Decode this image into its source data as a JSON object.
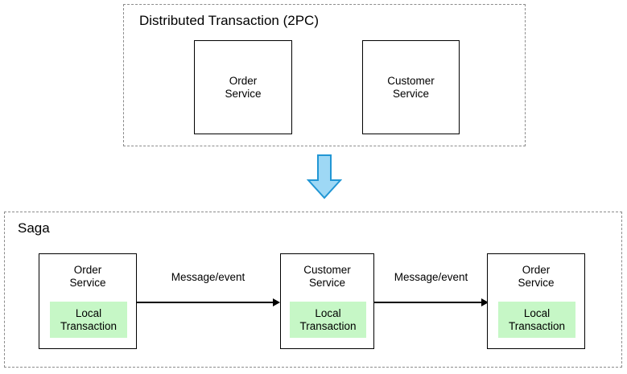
{
  "diagram": {
    "title_top": "Distributed Transaction (2PC)",
    "title_bottom": "Saga",
    "colors": {
      "local_transaction_fill": "#c6f7c6",
      "box_stroke": "#000000",
      "group_stroke": "#8c8c8c",
      "arrow_fill": "#9ed8f5",
      "arrow_stroke": "#2196d4",
      "background": "#ffffff"
    }
  },
  "two_pc": {
    "title": "Distributed Transaction (2PC)",
    "services": [
      {
        "name": "Order\nService"
      },
      {
        "name": "Customer\nService"
      }
    ]
  },
  "transition": {
    "icon": "down-arrow-icon"
  },
  "saga": {
    "title": "Saga",
    "services": [
      {
        "name": "Order\nService",
        "local_transaction": "Local\nTransaction"
      },
      {
        "name": "Customer\nService",
        "local_transaction": "Local\nTransaction"
      },
      {
        "name": "Order\nService",
        "local_transaction": "Local\nTransaction"
      }
    ],
    "connectors": [
      {
        "label": "Message/event"
      },
      {
        "label": "Message/event"
      }
    ]
  }
}
